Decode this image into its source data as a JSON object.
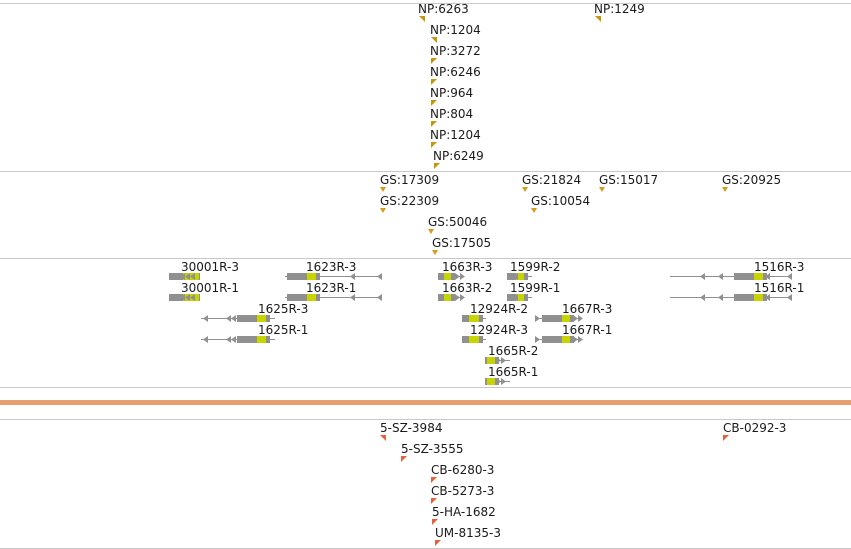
{
  "colors": {
    "marker_np": "#c8960a",
    "marker_gs": "#d99a1a",
    "marker_strain": "#e8603a",
    "gene_body": "#909090",
    "gene_exon": "#c8d400",
    "divider_bar": "#e8a070",
    "separator": "#c8c8c8",
    "text": "#1a1a1a"
  },
  "tracks": {
    "np_markers": [
      {
        "label": "NP:6263",
        "dir": "left"
      },
      {
        "label": "NP:1249",
        "dir": "left"
      },
      {
        "label": "NP:1204",
        "dir": "left"
      },
      {
        "label": "NP:3272",
        "dir": "right"
      },
      {
        "label": "NP:6246",
        "dir": "right"
      },
      {
        "label": "NP:964",
        "dir": "right"
      },
      {
        "label": "NP:804",
        "dir": "right"
      },
      {
        "label": "NP:1204",
        "dir": "right"
      },
      {
        "label": "NP:6249",
        "dir": "right"
      }
    ],
    "gs_markers": [
      {
        "label": "GS:17309"
      },
      {
        "label": "GS:21824"
      },
      {
        "label": "GS:15017"
      },
      {
        "label": "GS:20925"
      },
      {
        "label": "GS:22309"
      },
      {
        "label": "GS:10054"
      },
      {
        "label": "GS:50046"
      },
      {
        "label": "GS:17505"
      }
    ],
    "genes": [
      {
        "label": "30001R-3",
        "dir": "left"
      },
      {
        "label": "30001R-1",
        "dir": "left"
      },
      {
        "label": "1623R-3",
        "dir": "left"
      },
      {
        "label": "1623R-1",
        "dir": "left"
      },
      {
        "label": "1625R-3",
        "dir": "left"
      },
      {
        "label": "1625R-1",
        "dir": "left"
      },
      {
        "label": "1663R-3",
        "dir": "right"
      },
      {
        "label": "1663R-2",
        "dir": "right"
      },
      {
        "label": "1599R-2",
        "dir": "left"
      },
      {
        "label": "1599R-1",
        "dir": "left"
      },
      {
        "label": "12924R-2",
        "dir": "left"
      },
      {
        "label": "12924R-3",
        "dir": "left"
      },
      {
        "label": "1667R-3",
        "dir": "right"
      },
      {
        "label": "1667R-1",
        "dir": "right"
      },
      {
        "label": "1665R-2",
        "dir": "right"
      },
      {
        "label": "1665R-1",
        "dir": "right"
      },
      {
        "label": "1516R-3",
        "dir": "left"
      },
      {
        "label": "1516R-1",
        "dir": "left"
      }
    ],
    "strain_markers": [
      {
        "label": "5-SZ-3984",
        "dir": "left"
      },
      {
        "label": "CB-0292-3",
        "dir": "right"
      },
      {
        "label": "5-SZ-3555",
        "dir": "right"
      },
      {
        "label": "CB-6280-3",
        "dir": "right"
      },
      {
        "label": "CB-5273-3",
        "dir": "right"
      },
      {
        "label": "5-HA-1682",
        "dir": "right"
      },
      {
        "label": "UM-8135-3",
        "dir": "right"
      }
    ]
  }
}
